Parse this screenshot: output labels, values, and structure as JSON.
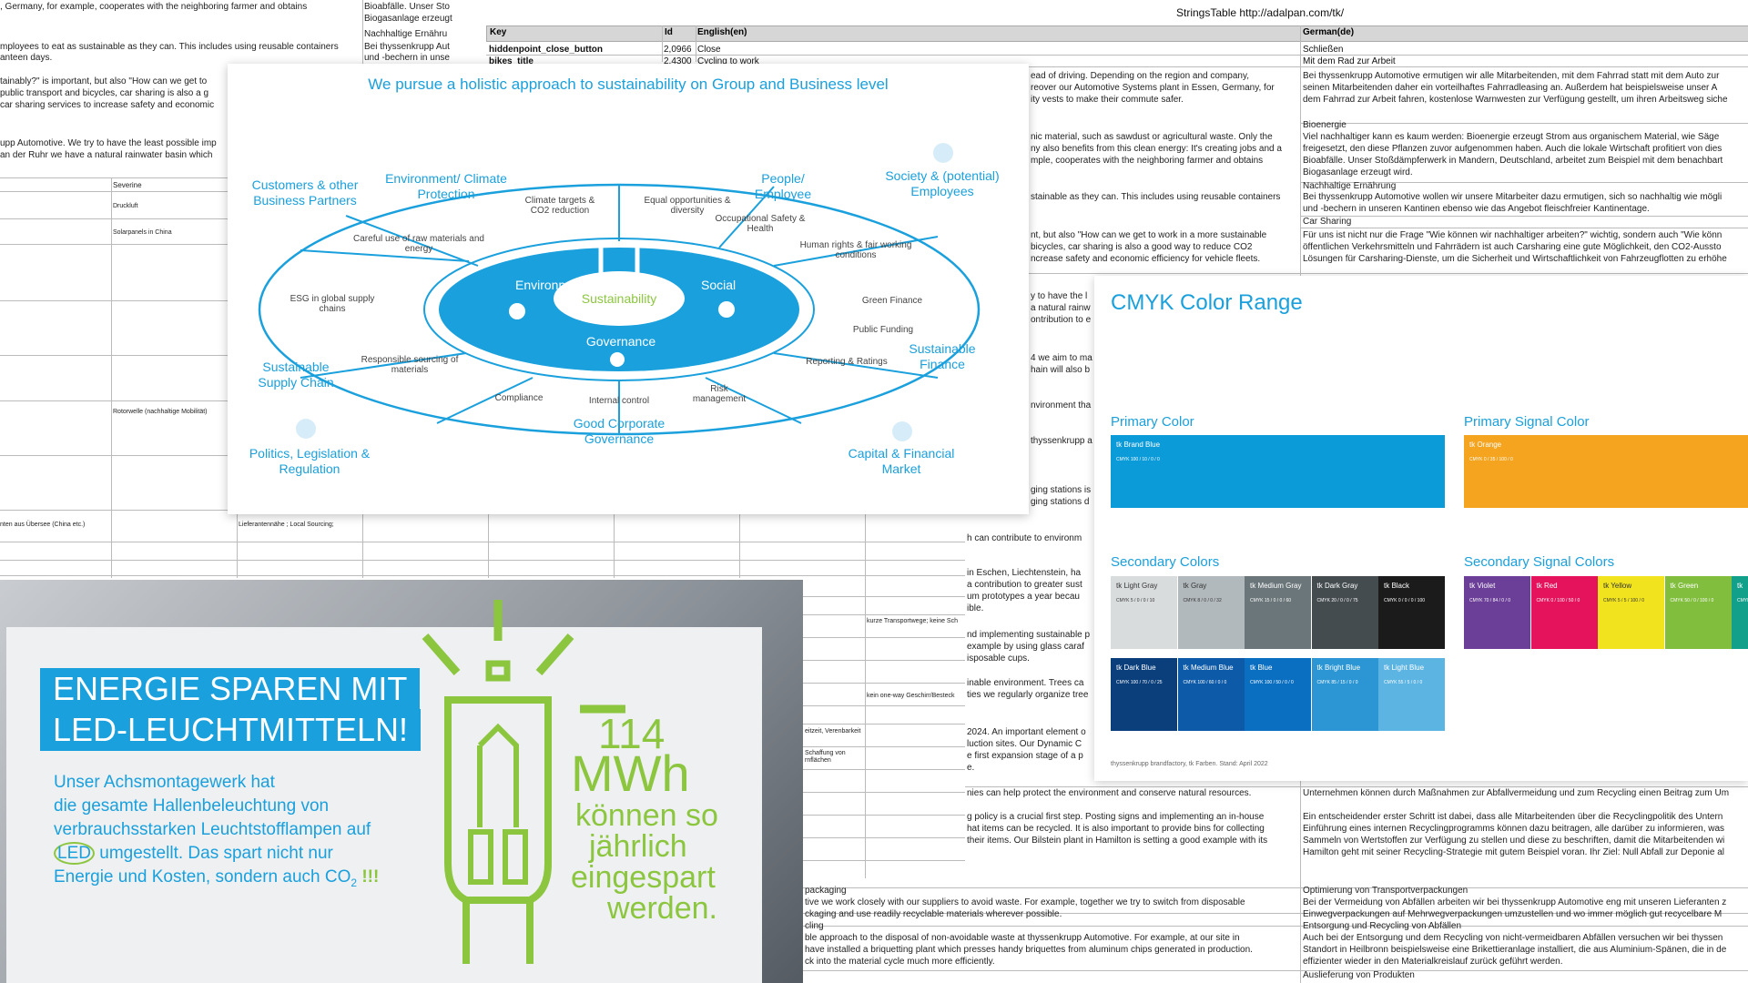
{
  "sheet": {
    "title": "StringsTable http://adalpan.com/tk/",
    "headers": {
      "key": "Key",
      "id": "Id",
      "en": "English(en)",
      "de": "German(de)"
    },
    "rows": [
      {
        "key": "hiddenpoint_close_button",
        "id": "2,0966",
        "en": "Close",
        "de": "Schließen"
      },
      {
        "key": "bikes_title",
        "id": "2,4300",
        "en": "Cycling to work",
        "de": "Mit dem Rad zur Arbeit"
      }
    ],
    "left_texts": [
      ", Germany, for example, cooperates with the neighboring farmer and obtains",
      "mployees to eat as sustainable as they can. This includes using reusable containers",
      "anteen days.",
      "tainably?\" is important, but also \"How can we get to",
      "public transport and bicycles, car sharing is also a g",
      "car sharing services to increase safety and economic",
      "upp Automotive. We try to have the least possible imp",
      "an der Ruhr we have a natural rainwater basin which",
      "Severine",
      "Druckluft",
      "Solarpanels in China",
      "Rotorwelle (nachhaltige Mobilität)",
      "nten aus Übersee (China etc.)",
      "Lieferantennähe ; Local Sourcing;"
    ],
    "col2_texts": [
      "Bioabfälle. Unser Sto",
      "Biogasanlage erzeugt",
      "Nachhaltige Ernähru",
      "Bei thyssenkrupp Aut",
      "und -bechern in unse"
    ],
    "mid_texts": [
      "ead of driving. Depending on the region and company, ",
      "reover our Automotive Systems plant in Essen, Germany, for",
      "ity vests to make their commute safer.",
      "nic material, such as sawdust or agricultural waste. Only the",
      "ny also benefits from this clean energy: It's creating jobs and a",
      "mple, cooperates with the neighboring farmer and obtains",
      "stainable as they can. This includes using reusable containers",
      "nt, but also \"How can we get to work in a more sustainable",
      "bicycles, car sharing is also a good way to reduce CO2",
      "ncrease safety and economic efficiency for vehicle fleets.",
      "y to have the l",
      "a natural rainw",
      "ontribution to e",
      "4 we aim to ma",
      "hain will also b",
      "nvironment tha",
      "thyssenkrupp a",
      "ging stations is",
      "ging stations d",
      "h can contribute to environm",
      "in Eschen, Liechtenstein, ha",
      "a contribution to greater sust",
      "um prototypes a year becau",
      "ible.",
      "nd implementing sustainable p",
      "example by using glass caraf",
      "isposable cups.",
      "inable environment. Trees ca",
      "ties we regularly organize tree",
      "2024. An important element o",
      "luction sites. Our Dynamic C",
      "e first expansion stage of a p",
      "e.",
      "nies can help protect the environment and conserve natural resources.",
      "g policy is a crucial first step. Posting signs and implementing an in-house",
      "hat items can be recycled. It is also important to provide bins for collecting",
      "their items. Our Bilstein plant in Hamilton is setting a good example with its"
    ],
    "mid_small": [
      "kurze Transportwege; keine Sch",
      "kein one-way Geschirr/Besteck",
      "eitzeit, Verenbarkeit",
      "Schaffung von",
      "rnflächen"
    ],
    "de_texts": [
      "Bei thyssenkrupp Automotive ermutigen wir alle Mitarbeitenden, mit dem Fahrrad statt mit dem Auto zur",
      "seinen Mitarbeitenden daher ein vorteilhaftes Fahrradleasing an. Außerdem hat beispielsweise unser A",
      "dem Fahrrad zur Arbeit fahren, kostenlose Warnwesten zur Verfügung gestellt, um ihren Arbeitsweg siche",
      "Bioenergie",
      "Viel nachhaltiger kann es kaum werden: Bioenergie erzeugt Strom aus organischem Material, wie Säge",
      "freigesetzt, den diese Pflanzen zuvor aufgenommen haben. Auch die lokale Wirtschaft profitiert von dies",
      "Bioabfälle. Unser Stoßdämpferwerk in Mandern, Deutschland, arbeitet zum Beispiel mit dem benachbart",
      "Biogasanlage erzeugt wird.",
      "Nachhaltige Ernährung",
      "Bei thyssenkrupp Automotive wollen wir unsere Mitarbeiter dazu ermutigen, sich so nachhaltig wie mögli",
      "und -bechern in unseren Kantinen ebenso wie das Angebot fleischfreier Kantinentage.",
      "Car Sharing",
      "Für uns ist nicht nur die Frage \"Wie können wir nachhaltiger arbeiten?\" wichtig, sondern auch \"Wie könn",
      "öffentlichen Verkehrsmitteln und Fahrrädern ist auch Carsharing eine gute Möglichkeit, den CO2-Aussto",
      "Lösungen für Carsharing-Dienste, um die Sicherheit und Wirtschaftlichkeit von Fahrzeugflotten zu erhöhe"
    ],
    "bottom_de": [
      "Unternehmen können durch Maßnahmen zur Abfallvermeidung und zum Recycling einen Beitrag zum Um",
      "Ein entscheidender erster Schritt ist dabei, dass alle Mitarbeitenden über die Recyclingpolitik des Untern",
      "Einführung eines internen Recyclingprogramms können dazu beitragen, alle darüber zu informieren, was",
      "Sammeln von Wertstoffen zur Verfügung zu stellen und diese zu beschriften, damit die Mitarbeitenden wi",
      "Hamilton geht mit seiner Recycling-Strategie mit gutem Beispiel voran. Ihr Ziel: Null Abfall zur Deponie al",
      "Optimierung von Transportverpackungen",
      "Bei der Vermeidung von Abfällen arbeiten wir bei thyssenkrupp Automotive eng mit unseren Lieferanten z",
      "Einwegverpackungen auf Mehrwegverpackungen umzustellen und wo immer möglich gut recycelbare M",
      "Entsorgung und Recycling von Abfällen",
      "Auch bei der Entsorgung und dem Recycling von nicht-vermeidbaren Abfällen versuchen wir bei thyssen",
      "Standort in Heilbronn beispielsweise eine Brikettieranlage installiert, die aus Aluminium-Spänen, die in de",
      "effizienter wieder in den Materialkreislauf zurück geführt werden.",
      "Auslieferung von Produkten"
    ],
    "bottom_en": [
      "packaging",
      "tive we work closely with our suppliers to avoid waste. For example, together we try to switch from disposable",
      "ckaging and use readily recyclable materials wherever possible.",
      "cling",
      "ble approach to the disposal of non-avoidable waste at thyssenkrupp Automotive. For example, at our site in",
      "have installed a briquetting plant which presses handy briquettes from aluminum chips generated in production.",
      "ck into the material cycle much more efficiently."
    ]
  },
  "diagram": {
    "title": "We pursue a holistic approach to sustainability on Group and Business level",
    "center": "Sustainability",
    "pillars": {
      "env": "Environment",
      "social": "Social",
      "gov": "Governance"
    },
    "outer": {
      "customers": "Customers & other Business Partners",
      "environment": "Environment/ Climate Protection",
      "people": "People/ Employee",
      "society": "Society & (potential) Employees",
      "supply": "Sustainable Supply Chain",
      "finance": "Sustainable Finance",
      "politics": "Politics, Legislation & Regulation",
      "gcg": "Good Corporate Governance",
      "capital": "Capital & Financial Market"
    },
    "inner": {
      "climate": "Climate targets & CO2 reduction",
      "equal": "Equal opportunities & diversity",
      "occupational": "Occupational Safety & Health",
      "raw": "Careful use of raw materials and energy",
      "human": "Human rights & fair working conditions",
      "esg": "ESG in global supply chains",
      "green": "Green Finance",
      "public": "Public Funding",
      "responsible": "Responsible sourcing of materials",
      "reporting": "Reporting & Ratings",
      "compliance": "Compliance",
      "internal": "Internal control",
      "risk": "Risk management"
    }
  },
  "led": {
    "title1": "ENERGIE SPAREN MIT",
    "title2": "LED-LEUCHTMITTELN!",
    "body1": "Unser Achsmontagewerk hat",
    "body2": "die gesamte Hallenbeleuchtung von",
    "body3": "verbrauchsstarken Leuchtstofflampen auf",
    "body4_led": "LED",
    "body4_rest": " umgestellt. Das spart nicht nur",
    "body5": "Energie und Kosten, sondern auch CO",
    "body5_sub": "2",
    "body5_excl": " !!!",
    "number": "114",
    "unit": "MWh",
    "text1": "können so",
    "text2": "jährlich",
    "text3": "eingespart",
    "text4": "werden."
  },
  "cmyk": {
    "title": "CMYK Color Range",
    "primary": "Primary Color",
    "primary_signal": "Primary Signal Color",
    "secondary": "Secondary Colors",
    "secondary_signal": "Secondary Signal Colors",
    "footer": "thyssenkrupp brandfactory, tk Farben. Stand: April 2022",
    "brand_blue": {
      "name": "tk Brand Blue",
      "code": "CMYK 100 / 10 / 0 / 0",
      "color": "#0c9bd9"
    },
    "orange": {
      "name": "tk Orange",
      "code": "CMYK 0 / 35 / 100 / 0",
      "color": "#f4a41f"
    },
    "grays": [
      {
        "name": "tk Light Gray",
        "code": "CMYK 5 / 0 / 0 / 10",
        "color": "#d9dcdd"
      },
      {
        "name": "tk Gray",
        "code": "CMYK 8 / 0 / 0 / 32",
        "color": "#b2b9bc"
      },
      {
        "name": "tk Medium Gray",
        "code": "CMYK 15 / 0 / 0 / 60",
        "color": "#6b767a"
      },
      {
        "name": "tk Dark Gray",
        "code": "CMYK 20 / 0 / 0 / 75",
        "color": "#444c50"
      },
      {
        "name": "tk Black",
        "code": "CMYK 0 / 0 / 0 / 100",
        "color": "#1b1b1b"
      }
    ],
    "blues": [
      {
        "name": "tk Dark Blue",
        "code": "CMYK 100 / 70 / 0 / 25",
        "color": "#0a3f7c"
      },
      {
        "name": "tk Medium Blue",
        "code": "CMYK 100 / 60 / 0 / 0",
        "color": "#0d5aa8"
      },
      {
        "name": "tk Blue",
        "code": "CMYK 100 / 50 / 0 / 0",
        "color": "#0b6fc1"
      },
      {
        "name": "tk Bright Blue",
        "code": "CMYK 85 / 15 / 0 / 0",
        "color": "#2b96d3"
      },
      {
        "name": "tk Light Blue",
        "code": "CMYK 55 / 5 / 0 / 0",
        "color": "#5cb4e2"
      }
    ],
    "signals": [
      {
        "name": "tk Violet",
        "code": "CMYK 70 / 84 / 0 / 0",
        "color": "#6b3e98"
      },
      {
        "name": "tk Red",
        "code": "CMYK 0 / 100 / 50 / 0",
        "color": "#e4135b"
      },
      {
        "name": "tk Yellow",
        "code": "CMYK 5 / 5 / 100 / 0",
        "color": "#f1e41e"
      },
      {
        "name": "tk Green",
        "code": "CMYK 50 / 0 / 100 / 0",
        "color": "#82be3e"
      },
      {
        "name": "tk",
        "code": "CMYK",
        "color": "#12a08a"
      }
    ]
  }
}
